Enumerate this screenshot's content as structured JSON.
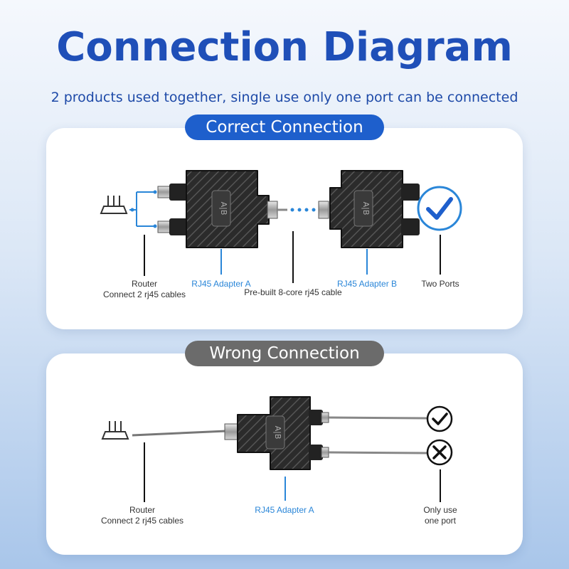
{
  "header": {
    "title": "Connection Diagram",
    "subtitle": "2 products used together, single use only one port can be connected"
  },
  "correct": {
    "pill": "Correct Connection",
    "router_label_1": "Router",
    "router_label_2": "Connect 2 rj45 cables",
    "adapter_a": "RJ45 Adapter A",
    "cable": "Pre-built 8-core rj45 cable",
    "adapter_b": "RJ45 Adapter B",
    "two_ports": "Two Ports"
  },
  "wrong": {
    "pill": "Wrong Connection",
    "router_label_1": "Router",
    "router_label_2": "Connect 2 rj45 cables",
    "adapter_a": "RJ45 Adapter A",
    "only_label_1": "Only use",
    "only_label_2": "one port"
  },
  "adapter_marking": "A|B",
  "colors": {
    "title": "#1f4fb8",
    "accent_blue": "#1e5fcc",
    "label_blue": "#2a86d8",
    "pill_gray": "#6b6b6b",
    "adapter_body": "#2b2b2b"
  }
}
